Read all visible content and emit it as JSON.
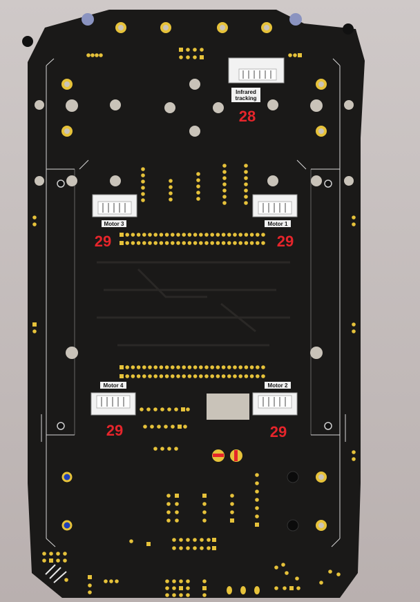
{
  "board": {
    "colors": {
      "pcb": "#1a1918",
      "pad": "#e6c23a",
      "hole": "#c9c3b9",
      "connector": "#f2f2f2",
      "callout": "#e6252b",
      "via_blue": "#1f3fb8"
    }
  },
  "connectors": [
    {
      "id": "infrared",
      "label_line1": "Infrared",
      "label_line2": "tracking",
      "callout": "28"
    },
    {
      "id": "motor3",
      "label": "Motor 3",
      "callout": "29"
    },
    {
      "id": "motor1",
      "label": "Motor 1",
      "callout": "29"
    },
    {
      "id": "motor4",
      "label": "Motor 4",
      "callout": "29"
    },
    {
      "id": "motor2",
      "label": "Motor 2",
      "callout": "29"
    }
  ]
}
